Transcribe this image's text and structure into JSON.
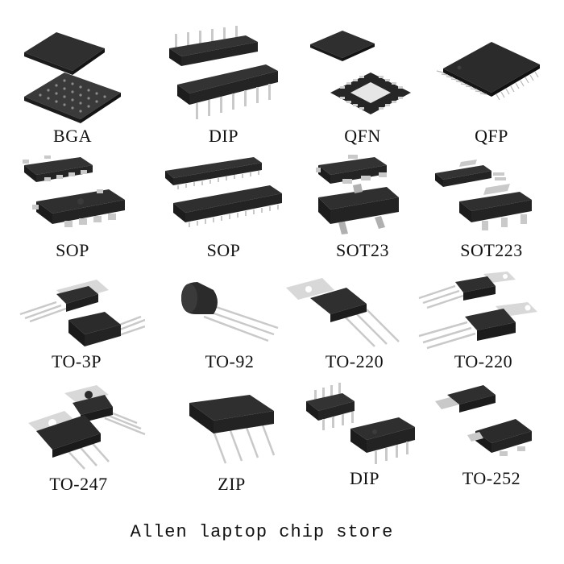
{
  "packages": [
    {
      "id": "bga",
      "label": "BGA"
    },
    {
      "id": "dip",
      "label": "DIP"
    },
    {
      "id": "qfn",
      "label": "QFN"
    },
    {
      "id": "qfp",
      "label": "QFP"
    },
    {
      "id": "sop",
      "label": "SOP"
    },
    {
      "id": "sop-wide",
      "label": "SOP"
    },
    {
      "id": "sot23",
      "label": "SOT23"
    },
    {
      "id": "sot223",
      "label": "SOT223"
    },
    {
      "id": "to-3p",
      "label": "TO-3P"
    },
    {
      "id": "to-92",
      "label": "TO-92"
    },
    {
      "id": "to-220-a",
      "label": "TO-220"
    },
    {
      "id": "to-220-b",
      "label": "TO-220"
    },
    {
      "id": "to-247",
      "label": "TO-247"
    },
    {
      "id": "zip",
      "label": "ZIP"
    },
    {
      "id": "dip-8",
      "label": "DIP"
    },
    {
      "id": "to-252",
      "label": "TO-252"
    }
  ],
  "store_name": "Allen laptop chip store",
  "colors": {
    "body": "#2b2b2b",
    "body_top": "#3a3a3a",
    "pin": "#c9c9c9",
    "pin_dark": "#9a9a9a",
    "tab": "#d8d8d8",
    "background": "#ffffff"
  }
}
